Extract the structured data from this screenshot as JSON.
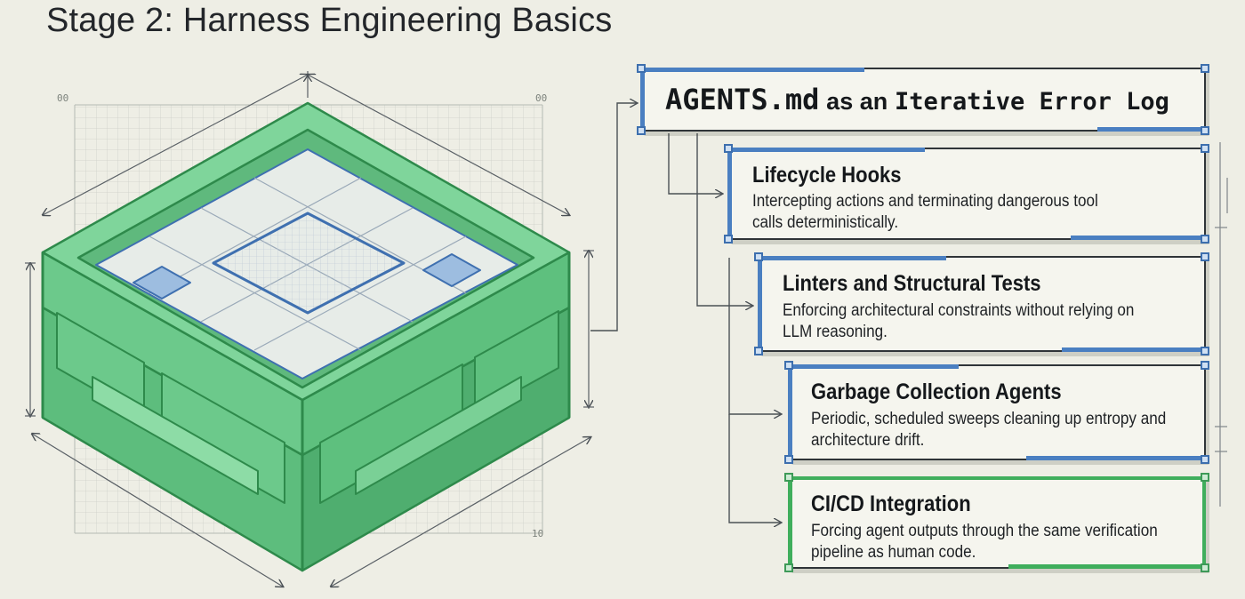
{
  "title": "Stage 2: Harness Engineering Basics",
  "blueprint": {
    "label_top_left": "00",
    "label_top_right": "00",
    "label_bottom_right": "10"
  },
  "main_card": {
    "code": "AGENTS.md",
    "connector": "as an",
    "text": "Iterative Error Log"
  },
  "cards": [
    {
      "title": "Lifecycle Hooks",
      "description": "Intercepting actions and terminating dangerous tool calls deterministically."
    },
    {
      "title": "Linters and Structural Tests",
      "description": "Enforcing architectural constraints without relying on LLM reasoning."
    },
    {
      "title": "Garbage Collection Agents",
      "description": "Periodic, scheduled sweeps cleaning up entropy and architecture drift."
    },
    {
      "title": "CI/CD Integration",
      "description": "Forcing agent outputs through the same verification pipeline as human code."
    }
  ],
  "colors": {
    "background": "#eeeee5",
    "blue_accent": "#4a7fc1",
    "green_accent": "#3fae5c",
    "green_fill": "#67c587",
    "ink": "#2f3438"
  }
}
